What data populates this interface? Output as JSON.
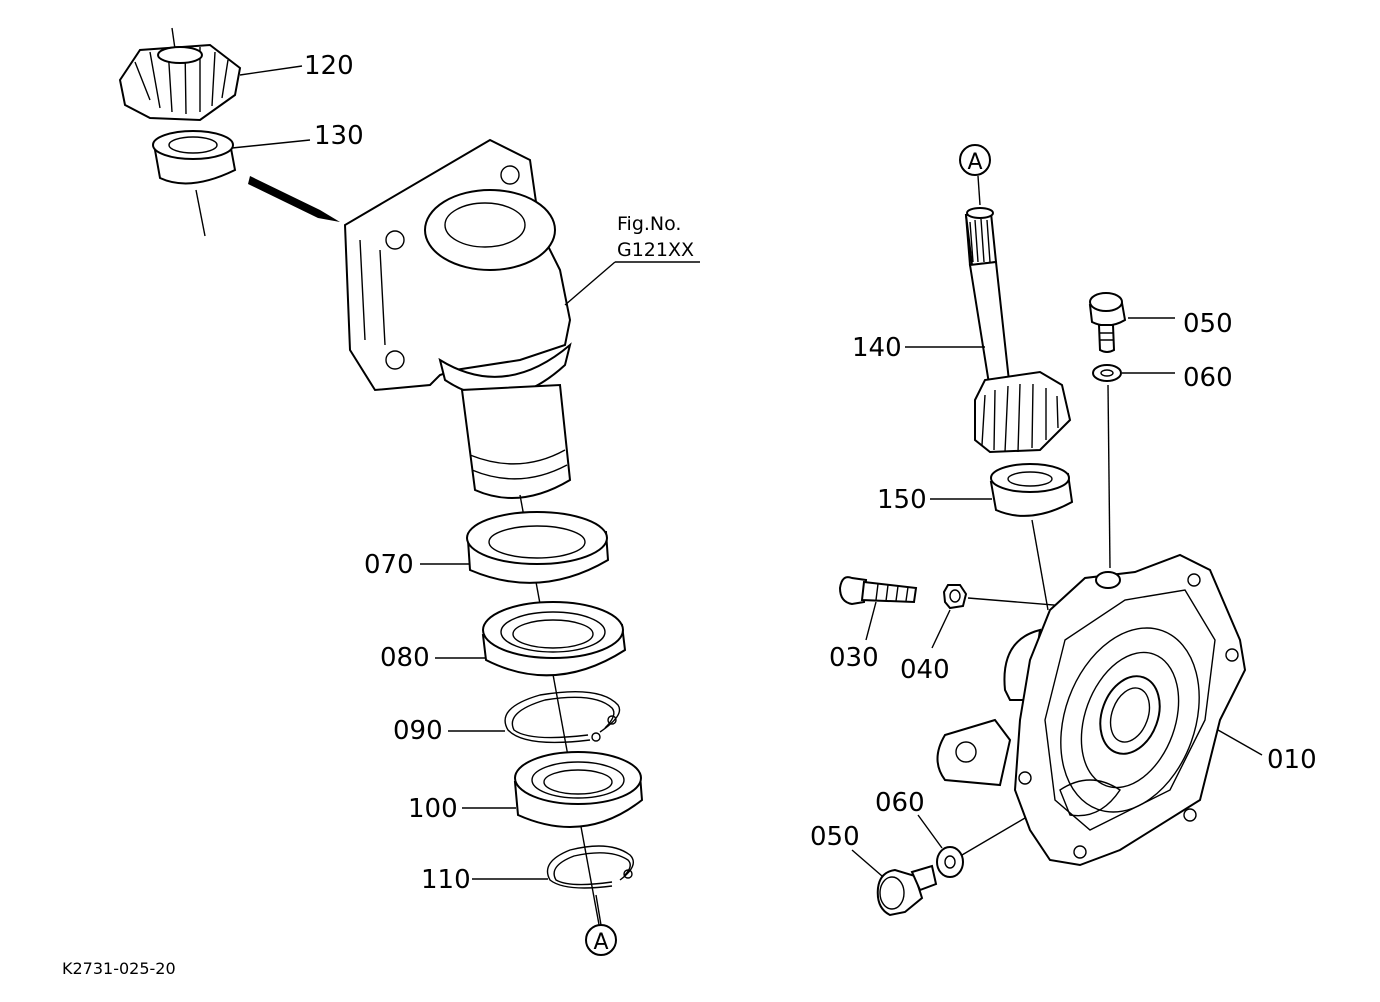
{
  "figure": {
    "reference_code": "K2731-025-20",
    "fig_no_line1": "Fig.No.",
    "fig_no_line2": "G121XX",
    "connection_marker": "A"
  },
  "callouts": [
    {
      "id": "120",
      "label": "120"
    },
    {
      "id": "130",
      "label": "130"
    },
    {
      "id": "070",
      "label": "070"
    },
    {
      "id": "080",
      "label": "080"
    },
    {
      "id": "090",
      "label": "090"
    },
    {
      "id": "100",
      "label": "100"
    },
    {
      "id": "110",
      "label": "110"
    },
    {
      "id": "140",
      "label": "140"
    },
    {
      "id": "150",
      "label": "150"
    },
    {
      "id": "050-top",
      "label": "050"
    },
    {
      "id": "060-top",
      "label": "060"
    },
    {
      "id": "030",
      "label": "030"
    },
    {
      "id": "040",
      "label": "040"
    },
    {
      "id": "010",
      "label": "010"
    },
    {
      "id": "060-bottom",
      "label": "060"
    },
    {
      "id": "050-bottom",
      "label": "050"
    }
  ]
}
